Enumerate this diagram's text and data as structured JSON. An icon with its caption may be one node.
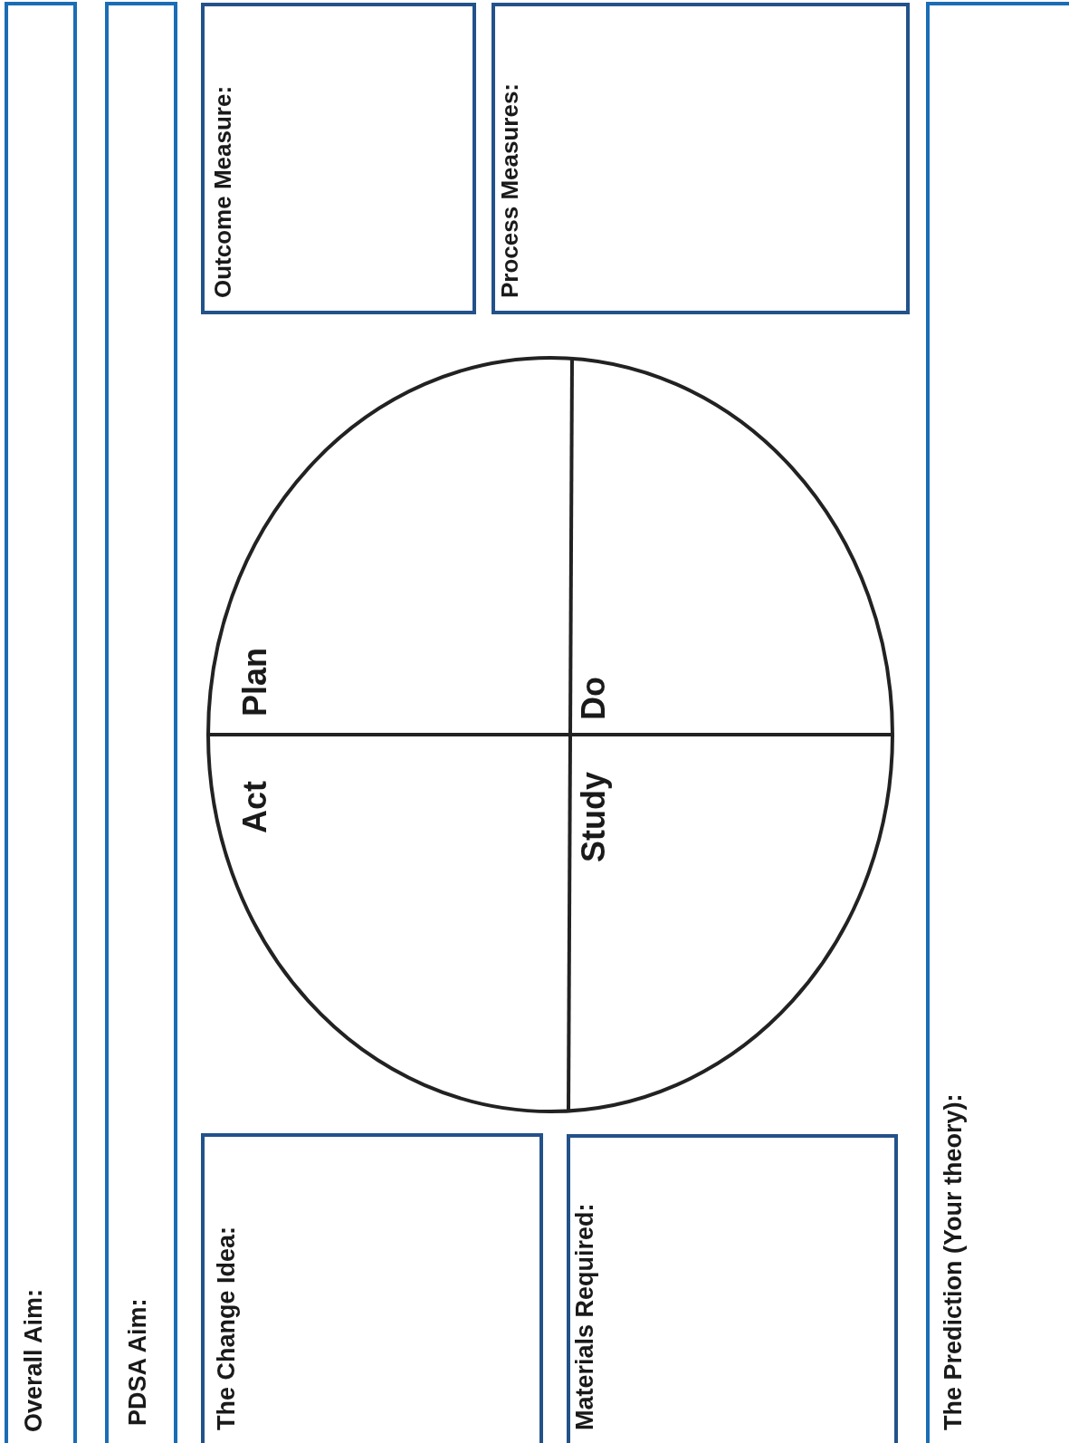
{
  "diagram": {
    "nodes": [
      {
        "text": [
          "Overall Aim:"
        ]
      },
      {
        "text": [
          "PDSA Aim:"
        ]
      },
      {
        "text": [
          "Outcome Measure:"
        ]
      },
      {
        "text": [
          "Process Measures:"
        ]
      },
      {
        "text": [
          "Plan",
          "Do",
          "Study",
          "Act"
        ]
      },
      {
        "text": [
          "The Change Idea:"
        ]
      },
      {
        "text": [
          "Materials Required:"
        ]
      },
      {
        "text": [
          "The Prediction (Your theory):"
        ]
      }
    ]
  }
}
